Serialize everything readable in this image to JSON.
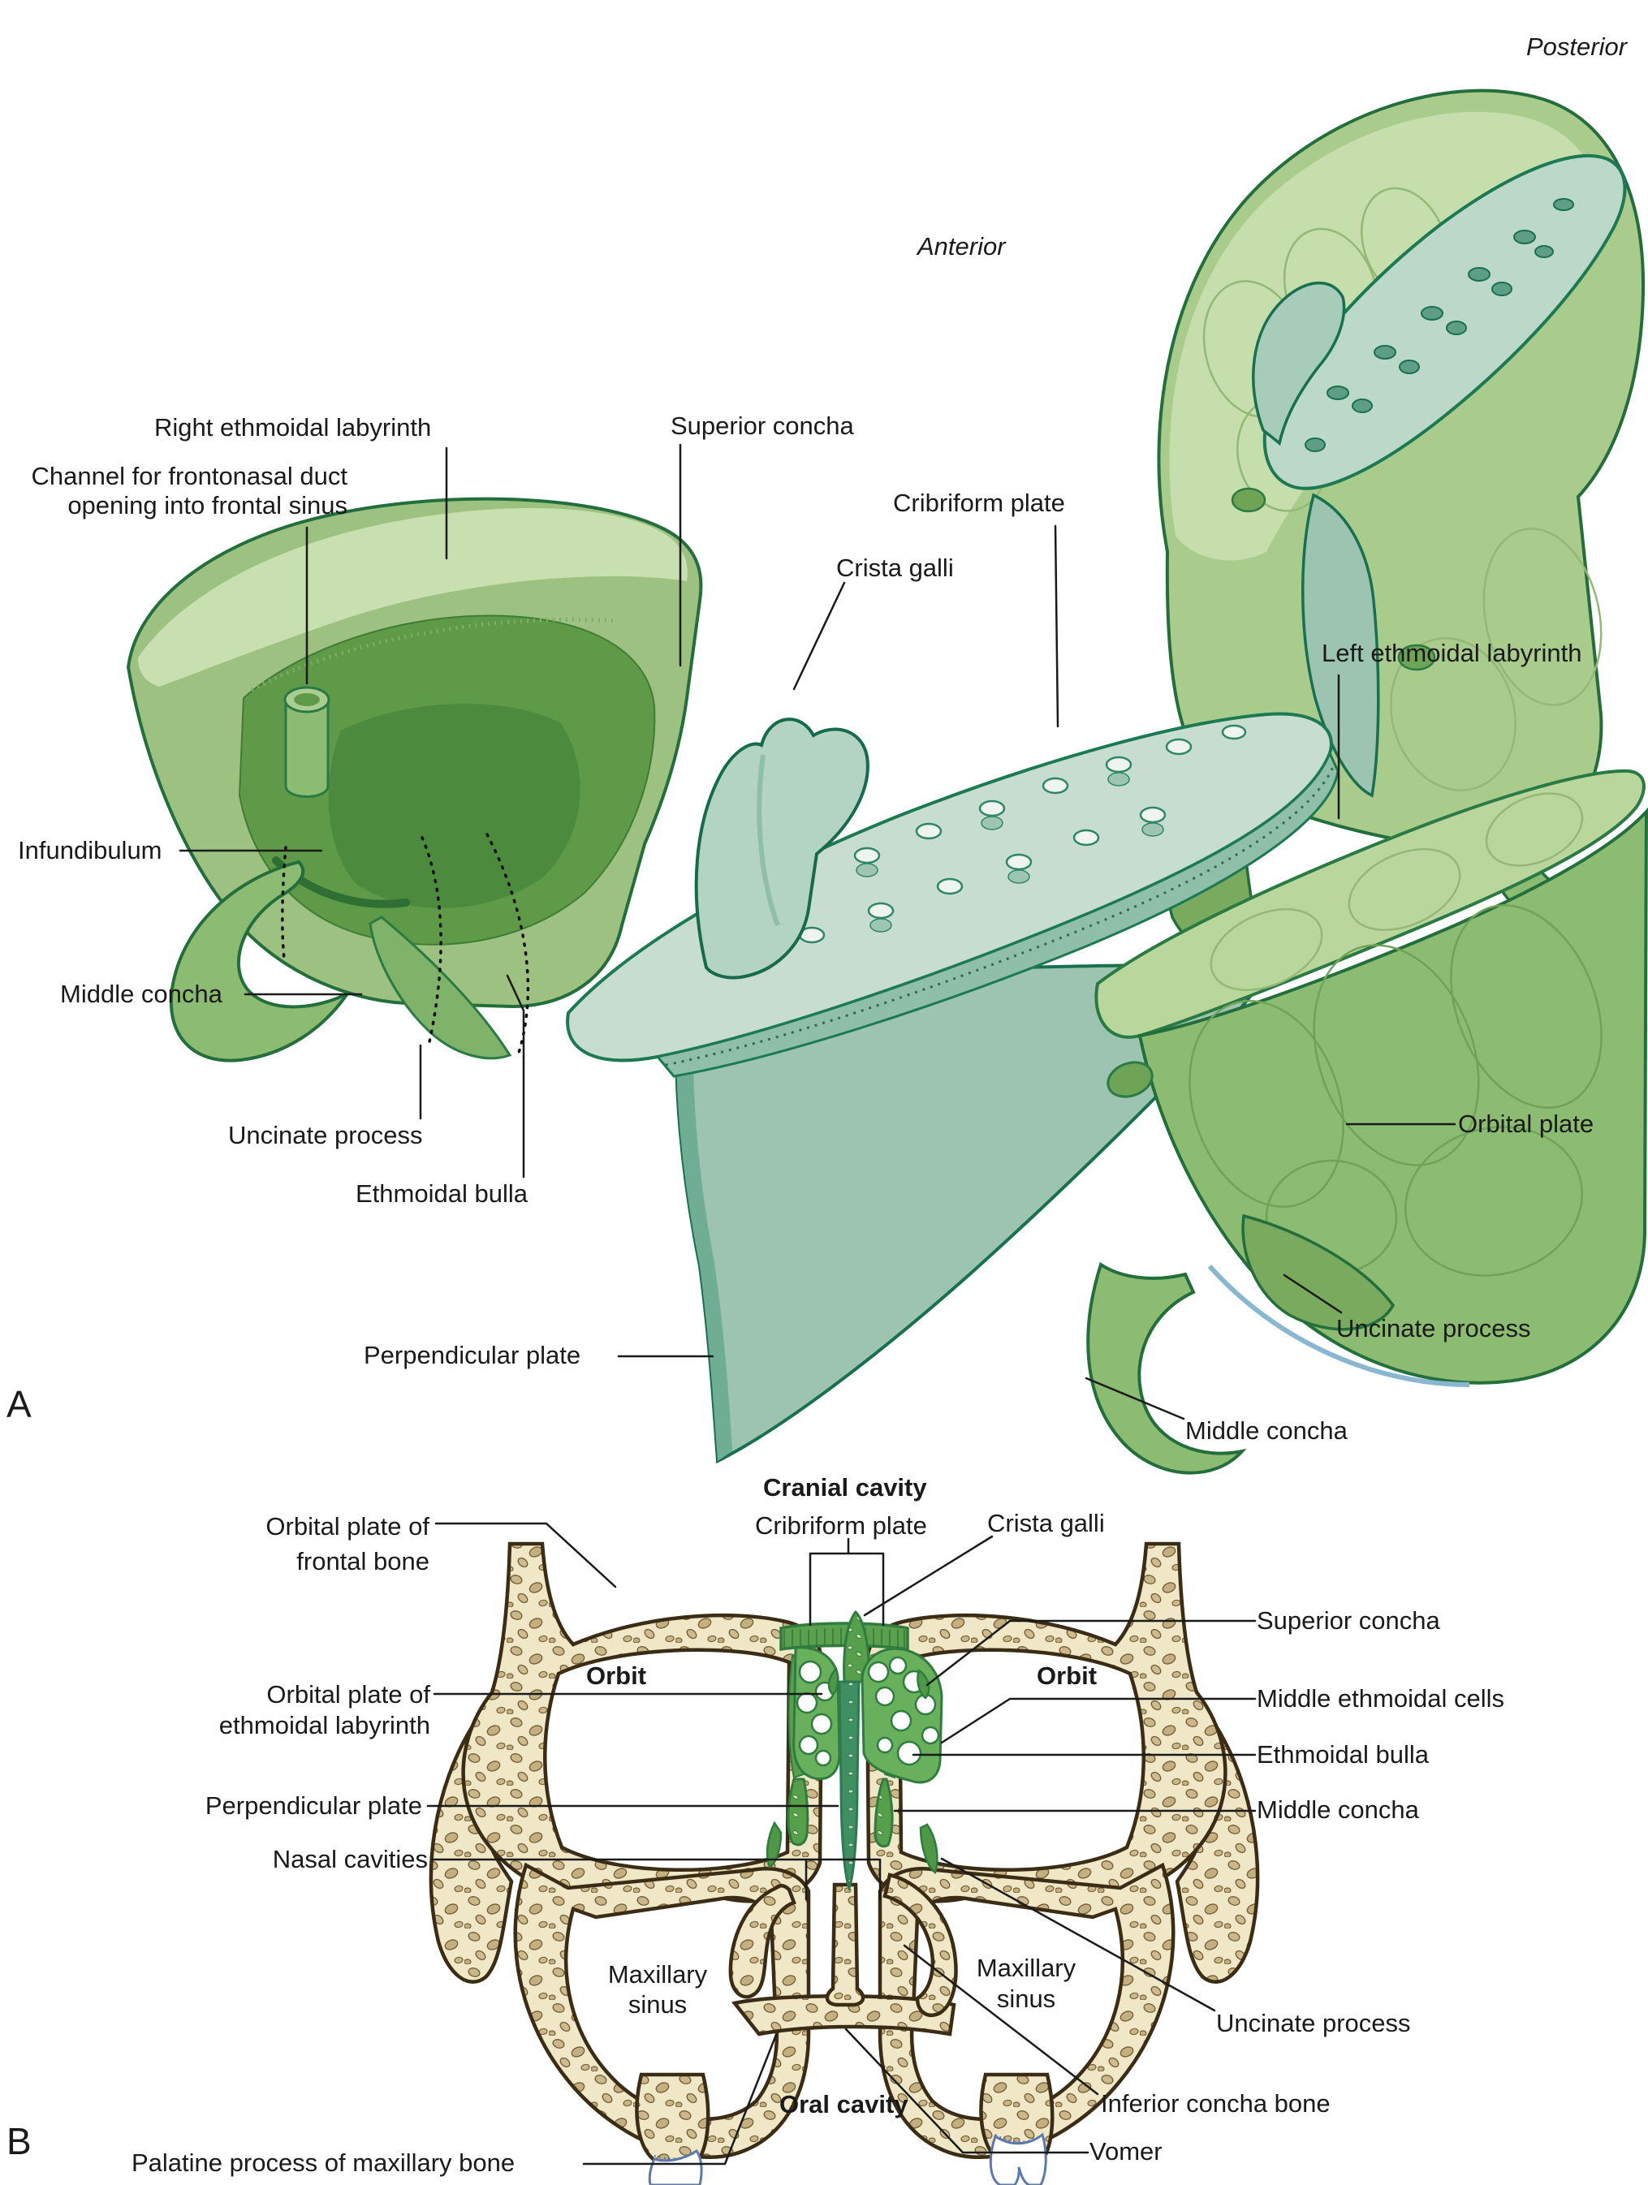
{
  "panel_a": {
    "panel_letter": "A",
    "orientation_posterior": "Posterior",
    "orientation_anterior": "Anterior",
    "labels": {
      "superior_concha": "Superior concha",
      "right_ethmoidal_labyrinth": "Right ethmoidal labyrinth",
      "channel_line1": "Channel for frontonasal duct",
      "channel_line2": "opening into frontal sinus",
      "cribriform_plate": "Cribriform plate",
      "crista_galli": "Crista galli",
      "left_ethmoidal_labyrinth": "Left ethmoidal labyrinth",
      "infundibulum": "Infundibulum",
      "middle_concha_left": "Middle concha",
      "uncinate_process_left": "Uncinate process",
      "ethmoidal_bulla": "Ethmoidal bulla",
      "orbital_plate": "Orbital plate",
      "uncinate_process_right": "Uncinate process",
      "middle_concha_right": "Middle concha",
      "perpendicular_plate": "Perpendicular plate"
    }
  },
  "panel_b": {
    "panel_letter": "B",
    "labels": {
      "cranial_cavity": "Cranial cavity",
      "cribriform_plate": "Cribriform plate",
      "crista_galli": "Crista galli",
      "orbital_plate_frontal_line1": "Orbital plate of",
      "orbital_plate_frontal_line2": "frontal bone",
      "orbit": "Orbit",
      "superior_concha": "Superior concha",
      "orbital_plate_ethmoid_line1": "Orbital plate of",
      "orbital_plate_ethmoid_line2": "ethmoidal labyrinth",
      "middle_ethmoidal_cells": "Middle ethmoidal cells",
      "ethmoidal_bulla": "Ethmoidal bulla",
      "middle_concha": "Middle concha",
      "perpendicular_plate": "Perpendicular plate",
      "nasal_cavities": "Nasal cavities",
      "maxillary_sinus_line1": "Maxillary",
      "maxillary_sinus_line2": "sinus",
      "uncinate_process": "Uncinate process",
      "inferior_concha_bone": "Inferior concha bone",
      "vomer": "Vomer",
      "oral_cavity": "Oral cavity",
      "palatine_process": "Palatine process of maxillary bone"
    }
  }
}
